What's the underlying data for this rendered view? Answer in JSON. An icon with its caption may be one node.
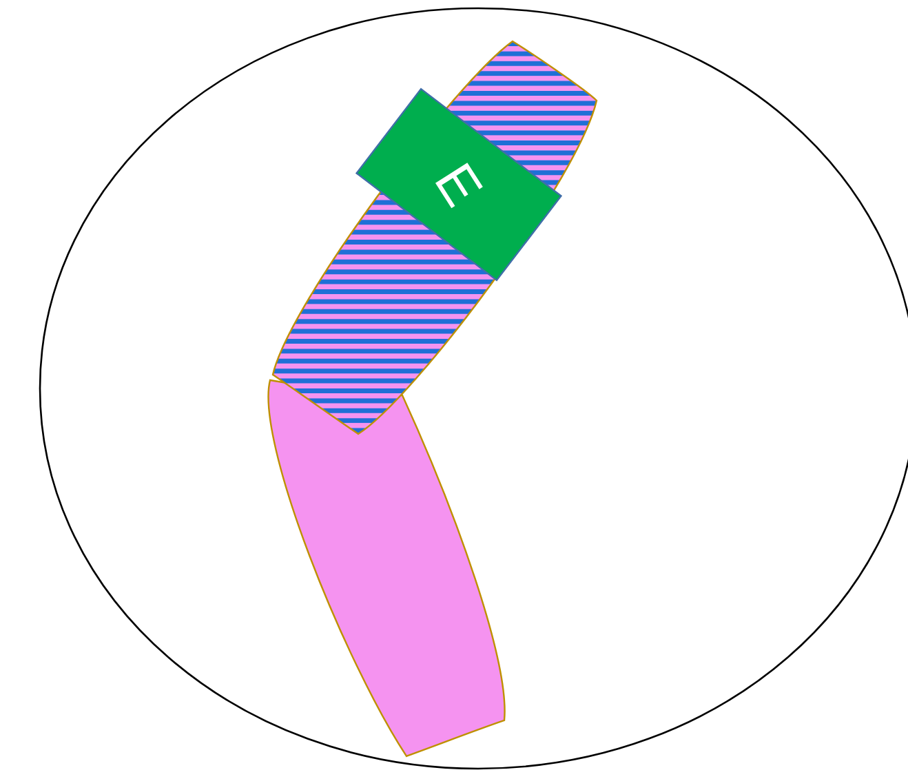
{
  "diagram": {
    "nodes": [
      {
        "text": [],
        "shape": "circle"
      },
      {
        "text": [
          "E"
        ],
        "in": 0
      }
    ]
  }
}
